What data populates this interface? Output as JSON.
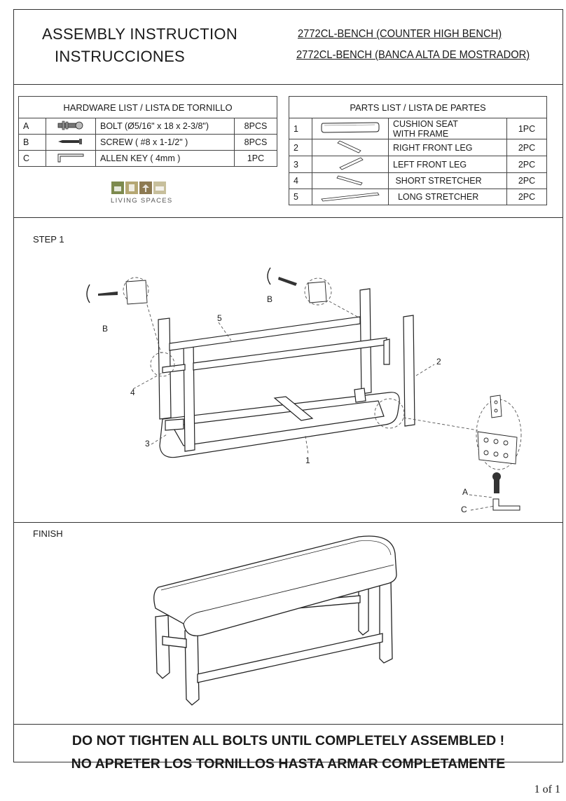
{
  "header": {
    "title_en": "ASSEMBLY INSTRUCTION",
    "title_es": "INSTRUCCIONES",
    "model_en": "2772CL-BENCH  (COUNTER HIGH BENCH)",
    "model_es": "2772CL-BENCH  (BANCA ALTA DE MOSTRADOR)"
  },
  "hardware": {
    "heading": "HARDWARE LIST / LISTA DE TORNILLO",
    "rows": [
      {
        "id": "A",
        "icon": "bolt-icon",
        "desc": "BOLT (Ø5/16\" x 18 x 2-3/8\")",
        "qty": "8PCS"
      },
      {
        "id": "B",
        "icon": "screw-icon",
        "desc": "SCREW ( #8 x 1-1/2\" )",
        "qty": "8PCS"
      },
      {
        "id": "C",
        "icon": "allen-key-icon",
        "desc": "ALLEN KEY ( 4mm )",
        "qty": "1PC"
      }
    ]
  },
  "logo": {
    "text": "LIVING SPACES",
    "colors": [
      "#7d8a4e",
      "#b5a773",
      "#8d7a52",
      "#c7bf9c"
    ]
  },
  "parts": {
    "heading": "PARTS LIST / LISTA DE PARTES",
    "rows": [
      {
        "no": "1",
        "icon": "cushion-seat-icon",
        "desc": "CUSHION SEAT\n WITH FRAME",
        "qty": "1PC"
      },
      {
        "no": "2",
        "icon": "right-front-leg-icon",
        "desc": "RIGHT FRONT LEG",
        "qty": "2PC"
      },
      {
        "no": "3",
        "icon": "left-front-leg-icon",
        "desc": "LEFT FRONT LEG",
        "qty": "2PC"
      },
      {
        "no": "4",
        "icon": "short-stretcher-icon",
        "desc": " SHORT STRETCHER",
        "qty": "2PC"
      },
      {
        "no": "5",
        "icon": "long-stretcher-icon",
        "desc": "  LONG STRETCHER",
        "qty": "2PC"
      }
    ]
  },
  "step1": {
    "label": "STEP 1",
    "callouts": {
      "b_left": "B",
      "b_top": "B",
      "p5": "5",
      "p4": "4",
      "p3": "3",
      "p1": "1",
      "p2": "2",
      "a": "A",
      "c": "C"
    }
  },
  "finish": {
    "label": "FINISH"
  },
  "warning": {
    "en": "DO NOT TIGHTEN ALL BOLTS UNTIL COMPLETELY ASSEMBLED !",
    "es": "NO APRETER LOS TORNILLOS HASTA ARMAR COMPLETAMENTE"
  },
  "page": "1 of 1"
}
